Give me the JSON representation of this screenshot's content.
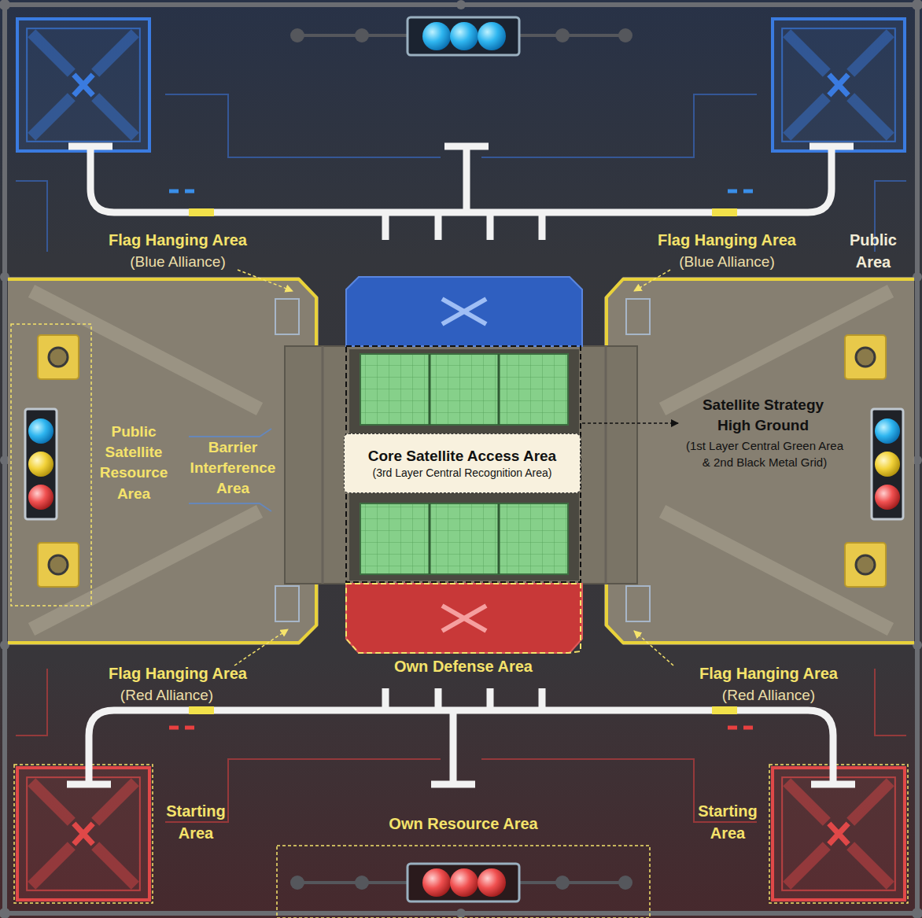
{
  "diagram": {
    "nodes": [
      {
        "text": [
          "Core Satellite Access Area",
          "(3rd Layer Central Recognition Area)"
        ]
      }
    ],
    "labels": [
      "Flag Hanging Area",
      "(Blue Alliance)",
      "Flag Hanging Area",
      "(Blue Alliance)",
      "Public Area",
      "Public Satellite Resource Area",
      "Barrier Interference Area",
      "Satellite Strategy High Ground",
      "(1st Layer Central Green Area & 2nd Black Metal Grid)",
      "Flag Hanging Area",
      "(Red Alliance)",
      "Own Defense Area",
      "Flag Hanging Area",
      "(Red Alliance)",
      "Starting Area",
      "Starting Area",
      "Own Resource Area"
    ]
  }
}
